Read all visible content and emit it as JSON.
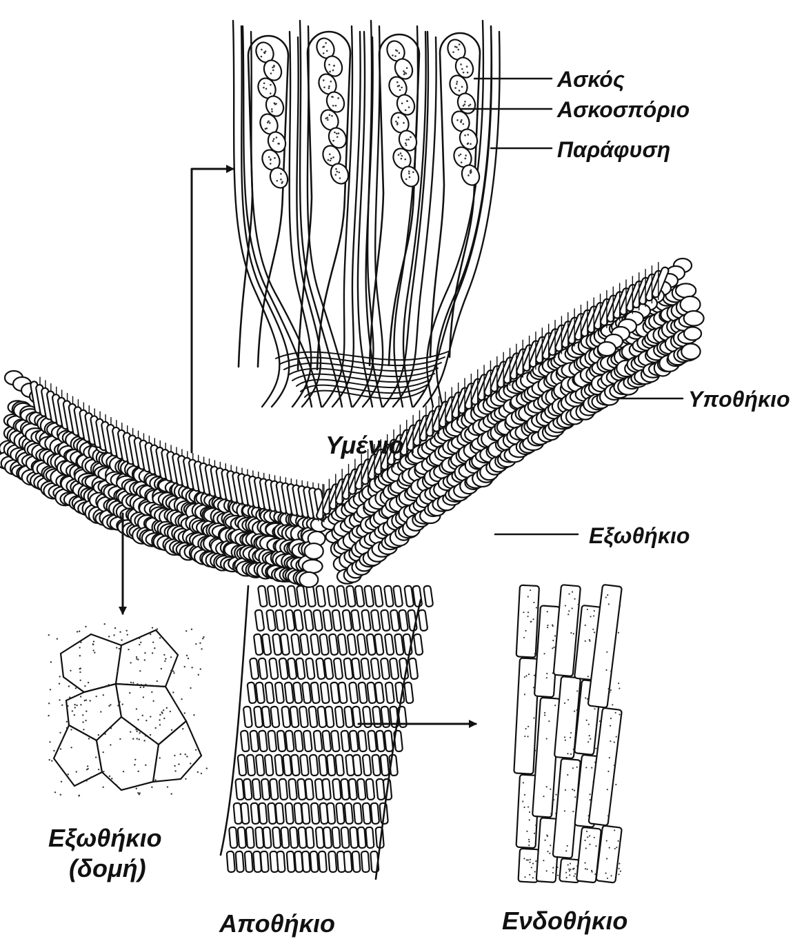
{
  "labels": {
    "askos": "Ασκός",
    "askosporio": "Ασκοσπόριο",
    "parafysi": "Παράφυση",
    "ypothikio": "Υποθήκιο",
    "ymenio": "Υμένιο",
    "exothikio": "Εξωθήκιο",
    "exothikio_domi_line1": "Εξωθήκιο",
    "exothikio_domi_line2": "(δομή)",
    "apothikio": "Αποθήκιο",
    "endothikio": "Ενδοθήκιο"
  },
  "colors": {
    "ink": "#111111",
    "background": "#ffffff"
  }
}
